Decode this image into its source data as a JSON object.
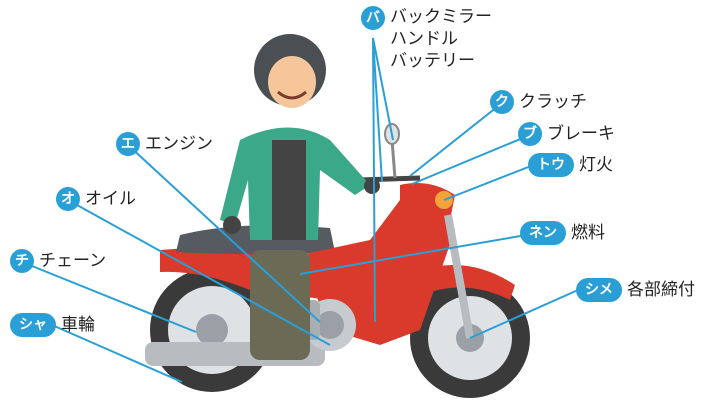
{
  "callouts": {
    "ba": {
      "badge": "バ",
      "lines": [
        "バックミラー",
        "ハンドル",
        "バッテリー"
      ]
    },
    "ku": {
      "badge": "ク",
      "label": "クラッチ"
    },
    "bu": {
      "badge": "ブ",
      "label": "ブレーキ"
    },
    "tou": {
      "badge": "トウ",
      "label": "灯火"
    },
    "en": {
      "badge": "エ",
      "label": "エンジン"
    },
    "o": {
      "badge": "オ",
      "label": "オイル"
    },
    "nen": {
      "badge": "ネン",
      "label": "燃料"
    },
    "chi": {
      "badge": "チ",
      "label": "チェーン"
    },
    "shime": {
      "badge": "シメ",
      "label": "各部締付"
    },
    "sha": {
      "badge": "シャ",
      "label": "車輪"
    }
  },
  "colors": {
    "badge": "#2a9fd6",
    "leader_line": "#2a9fd6",
    "body_red": "#d93a2b",
    "jacket_green": "#3aa889",
    "tire": "#3a3a3a",
    "chrome": "#b8bcc0"
  }
}
